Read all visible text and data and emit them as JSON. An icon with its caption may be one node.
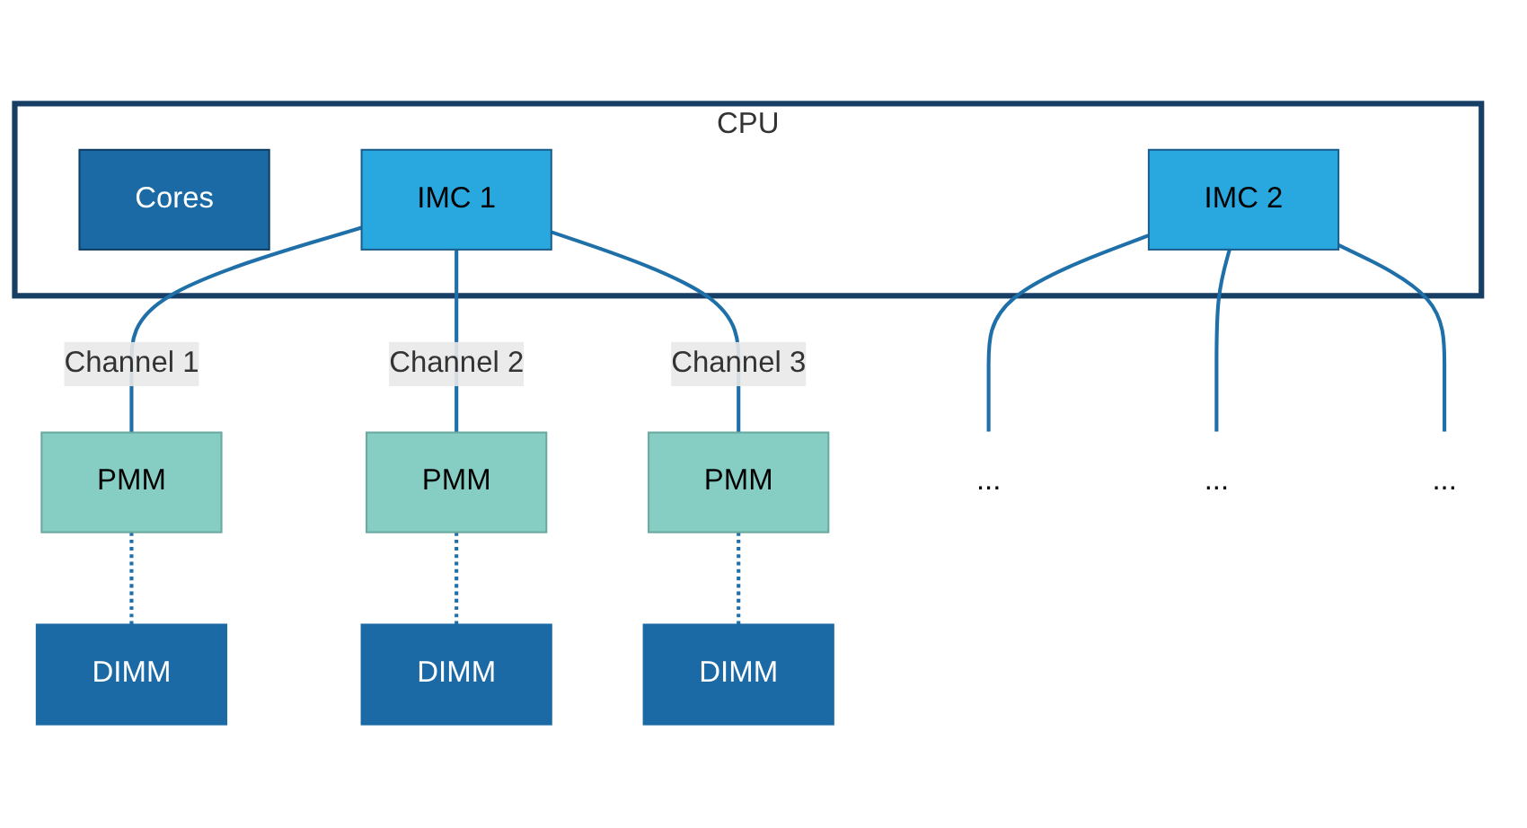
{
  "diagram": {
    "nodes": [
      {
        "text": [
          "CPU"
        ]
      },
      {
        "text": [
          "Cores"
        ],
        "in": 0
      },
      {
        "text": [
          "IMC 1"
        ],
        "in": 0
      },
      {
        "text": [
          "IMC 2"
        ],
        "in": 0
      },
      {
        "text": [
          "PMM"
        ]
      },
      {
        "text": [
          "DIMM"
        ]
      },
      {
        "text": [
          "PMM"
        ]
      },
      {
        "text": [
          "DIMM"
        ]
      },
      {
        "text": [
          "PMM"
        ]
      },
      {
        "text": [
          "DIMM"
        ]
      },
      {
        "text": [
          "..."
        ]
      },
      {
        "text": [
          "..."
        ]
      },
      {
        "text": [
          "..."
        ]
      }
    ],
    "edges": [
      {
        "from": 2,
        "to": 4,
        "arrow": "none",
        "label": "Channel 1"
      },
      {
        "from": 2,
        "to": 6,
        "arrow": "none",
        "label": "Channel 2"
      },
      {
        "from": 2,
        "to": 8,
        "arrow": "none",
        "label": "Channel 3"
      },
      {
        "from": 4,
        "to": 5,
        "arrow": "none",
        "style": "dashed"
      },
      {
        "from": 6,
        "to": 7,
        "arrow": "none",
        "style": "dashed"
      },
      {
        "from": 8,
        "to": 9,
        "arrow": "none",
        "style": "dashed"
      },
      {
        "from": 3,
        "to": 10,
        "arrow": "none"
      },
      {
        "from": 3,
        "to": 11,
        "arrow": "none"
      },
      {
        "from": 3,
        "to": 12,
        "arrow": "none"
      }
    ]
  }
}
